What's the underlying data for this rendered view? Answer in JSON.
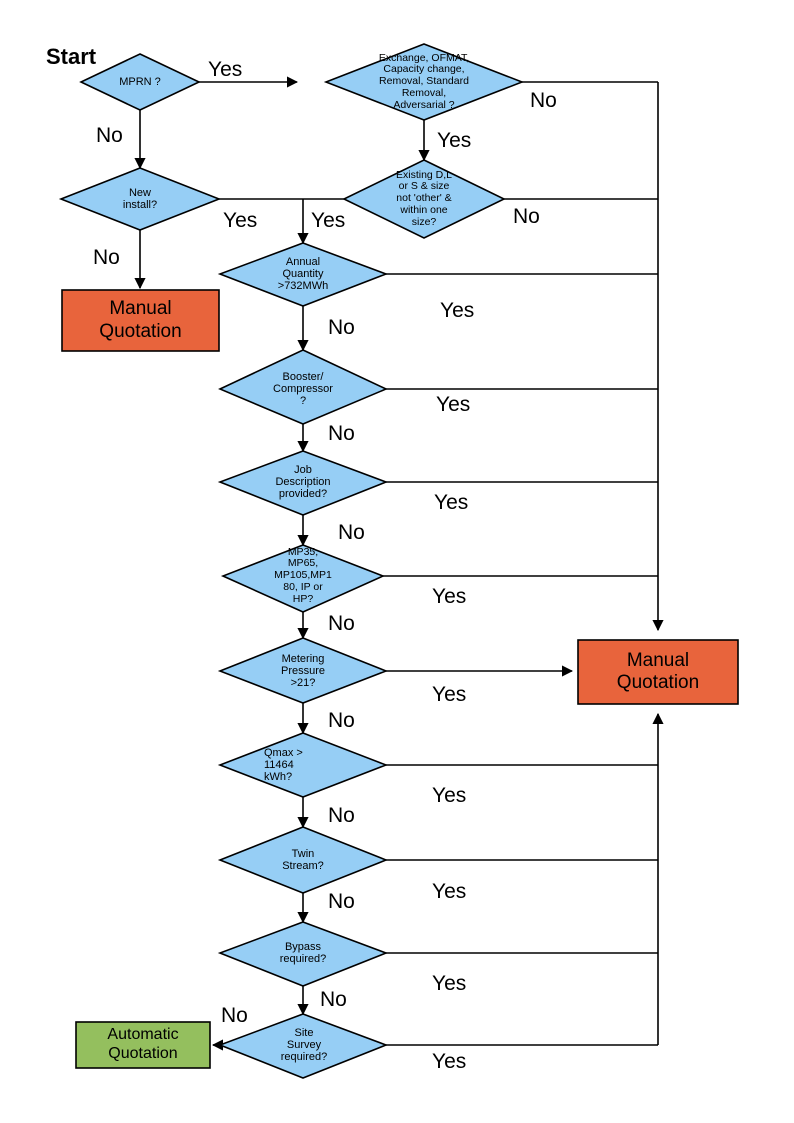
{
  "diagram": {
    "title_label": "Start",
    "colors": {
      "decision_fill": "#96CEF5",
      "decision_stroke": "#000000",
      "manual_fill": "#E8643C",
      "automatic_fill": "#94BF5E",
      "box_stroke": "#000000",
      "line": "#000000",
      "background": "#FFFFFF"
    },
    "decisions": [
      {
        "id": "mprn",
        "text": "MPRN ?"
      },
      {
        "id": "exchange",
        "text": "Exchange, OFMAT,\nCapacity change,\nRemoval, Standard\nRemoval,\nAdversarial ?"
      },
      {
        "id": "new",
        "text": "New\ninstall?"
      },
      {
        "id": "existing",
        "text": "Existing D,L\nor S & size\nnot 'other' &\nwithin one\nsize?"
      },
      {
        "id": "annual",
        "text": "Annual\nQuantity\n>732MWh"
      },
      {
        "id": "booster",
        "text": "Booster/\nCompressor\n?"
      },
      {
        "id": "jobdesc",
        "text": "Job\nDescription\nprovided?"
      },
      {
        "id": "mpclass",
        "text": "MP35,\nMP65,\nMP105,MP1\n80, IP or\nHP?"
      },
      {
        "id": "pressure",
        "text": "Metering\nPressure\n>21?"
      },
      {
        "id": "qmax",
        "text": "Qmax >\n11464\nkWh?"
      },
      {
        "id": "twin",
        "text": "Twin\nStream?"
      },
      {
        "id": "bypass",
        "text": "Bypass\nrequired?"
      },
      {
        "id": "survey",
        "text": "Site\nSurvey\nrequired?"
      }
    ],
    "terminals": [
      {
        "id": "manual-left",
        "text": "Manual\nQuotation",
        "kind": "manual"
      },
      {
        "id": "manual-right",
        "text": "Manual\nQuotation",
        "kind": "manual"
      },
      {
        "id": "automatic",
        "text": "Automatic\nQuotation",
        "kind": "automatic"
      }
    ],
    "edge_labels": {
      "mprn_yes": "Yes",
      "mprn_no": "No",
      "exchange_no": "No",
      "exchange_yes": "Yes",
      "new_yes": "Yes",
      "new_no": "No",
      "existing_yes": "Yes",
      "existing_no": "No",
      "annual_yes": "Yes",
      "annual_no": "No",
      "booster_yes": "Yes",
      "booster_no": "No",
      "jobdesc_yes": "Yes",
      "jobdesc_no": "No",
      "mpclass_yes": "Yes",
      "mpclass_no": "No",
      "pressure_yes": "Yes",
      "pressure_no": "No",
      "qmax_yes": "Yes",
      "qmax_no": "No",
      "twin_yes": "Yes",
      "twin_no": "No",
      "bypass_yes": "Yes",
      "bypass_no": "No",
      "survey_yes": "Yes",
      "survey_no": "No"
    }
  }
}
